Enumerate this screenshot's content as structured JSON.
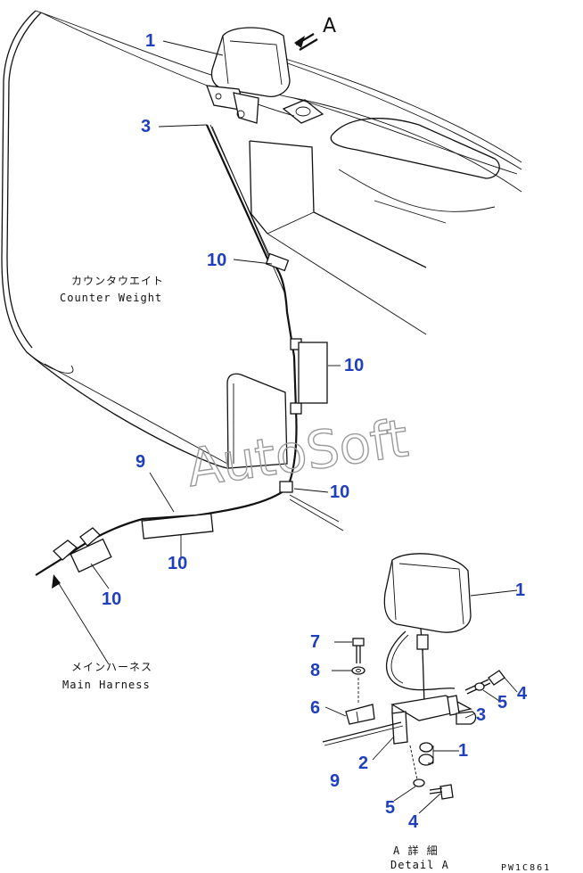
{
  "callouts": {
    "c1_top": "1",
    "c3_top": "3",
    "c10_a": "10",
    "c10_b": "10",
    "c9": "9",
    "c10_c": "10",
    "c10_d": "10",
    "c10_e": "10",
    "c1_detail": "1",
    "c7": "7",
    "c8": "8",
    "c6": "6",
    "c5_right": "5",
    "c4_right": "4",
    "c3_detail": "3",
    "c1_detail_b": "1",
    "c2": "2",
    "c9_detail": "9",
    "c5_bottom": "5",
    "c4_bottom": "4"
  },
  "labels": {
    "view_arrow": "A",
    "counterweight_jp": "カウンタウエイト",
    "counterweight_en": "Counter Weight",
    "harness_jp": "メインハーネス",
    "harness_en": "Main Harness",
    "detail_jp": "A 詳 細",
    "detail_en": "Detail A",
    "drawing_code": "PW1C861"
  },
  "watermark": "AutoSoft",
  "colors": {
    "callout": "#1f3fbf",
    "line": "#111111",
    "watermark": "#9a9a9a"
  }
}
